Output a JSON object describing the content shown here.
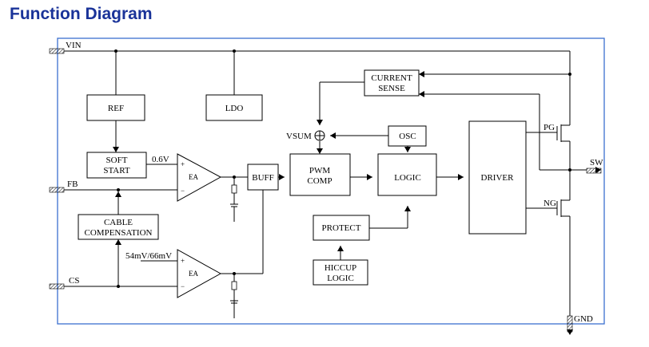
{
  "title": "Function Diagram",
  "colors": {
    "frame": "#3b6fd0",
    "title": "#1a3399"
  },
  "pins": {
    "vin": "VIN",
    "fb": "FB",
    "cs": "CS",
    "sw": "SW",
    "gnd": "GND"
  },
  "blocks": {
    "ref": "REF",
    "ldo": "LDO",
    "soft_start_1": "SOFT",
    "soft_start_2": "START",
    "cable_comp_1": "CABLE",
    "cable_comp_2": "COMPENSATION",
    "buff": "BUFF",
    "pwm_comp_1": "PWM",
    "pwm_comp_2": "COMP",
    "logic": "LOGIC",
    "osc": "OSC",
    "current_sense_1": "CURRENT",
    "current_sense_2": "SENSE",
    "driver": "DRIVER",
    "protect": "PROTECT",
    "hiccup_1": "HICCUP",
    "hiccup_2": "LOGIC"
  },
  "labels": {
    "vsum": "VSUM",
    "ea_top": "EA",
    "ea_bottom": "EA",
    "ref_06v": "0.6V",
    "ref_cs": "54mV/66mV",
    "plus": "+",
    "minus": "−",
    "pg": "PG",
    "ng": "NG"
  }
}
